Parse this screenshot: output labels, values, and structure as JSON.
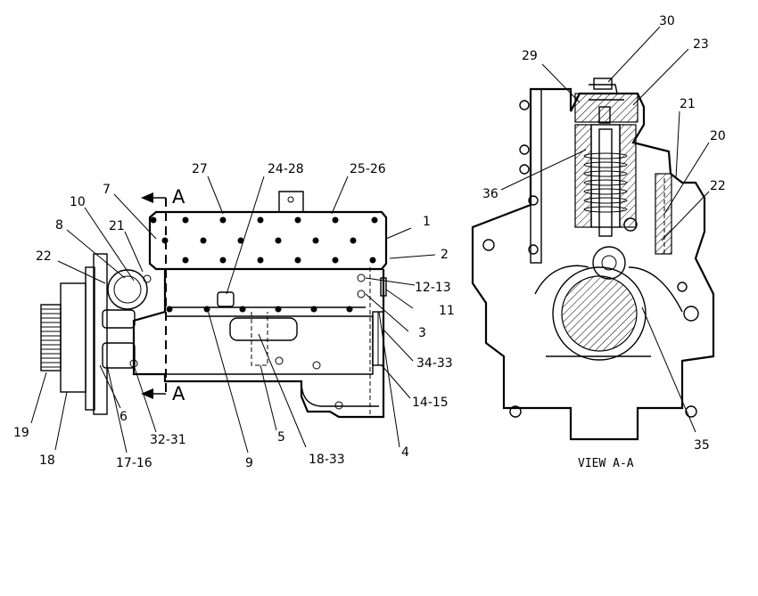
{
  "section_marker": "A",
  "view_caption": "VIEW A-A",
  "callouts_left": [
    "7",
    "10",
    "8",
    "21",
    "22",
    "27",
    "24-28",
    "25-26",
    "1",
    "2",
    "12-13",
    "11",
    "3",
    "34-33",
    "14-15",
    "4",
    "9",
    "5",
    "18-33",
    "6",
    "32-31",
    "17-16",
    "18",
    "19"
  ],
  "callouts_right": [
    "30",
    "29",
    "23",
    "21",
    "20",
    "22",
    "36",
    "35"
  ]
}
